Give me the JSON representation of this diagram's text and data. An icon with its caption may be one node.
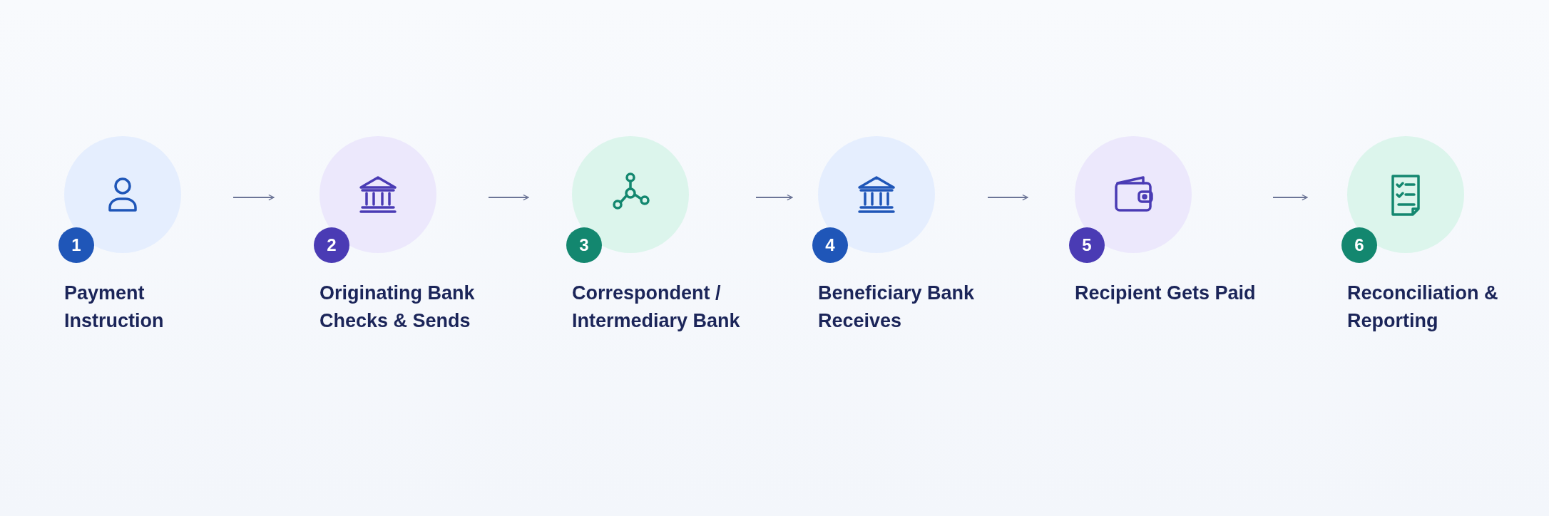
{
  "diagram": {
    "nodes": [
      {
        "text": [
          "1",
          "Payment Instruction"
        ]
      },
      {
        "text": [
          "2",
          "Originating Bank Checks & Sends"
        ]
      },
      {
        "text": [
          "3",
          "Correspondent / Intermediary Bank"
        ]
      },
      {
        "text": [
          "4",
          "Beneficiary Bank Receives"
        ]
      },
      {
        "text": [
          "5",
          "Recipient Gets Paid"
        ]
      },
      {
        "text": [
          "6",
          "Reconciliation & Reporting"
        ]
      }
    ],
    "edges": [
      {
        "from": 0,
        "to": 1,
        "arrow": "to"
      },
      {
        "from": 1,
        "to": 2,
        "arrow": "to"
      },
      {
        "from": 2,
        "to": 3,
        "arrow": "to"
      },
      {
        "from": 3,
        "to": 4,
        "arrow": "to"
      },
      {
        "from": 4,
        "to": 5,
        "arrow": "to"
      }
    ]
  }
}
